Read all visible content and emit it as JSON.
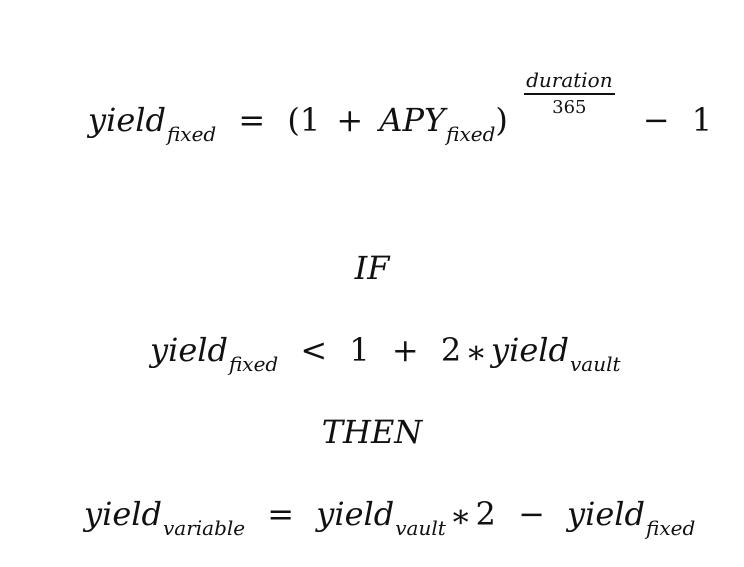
{
  "equations": {
    "fixed_yield": {
      "lhs_var": "yield",
      "lhs_sub": "fixed",
      "equals": "=",
      "open_paren": "(1",
      "plus": "+",
      "apy_var": "APY",
      "apy_sub": "fixed",
      "close_paren": ")",
      "exponent_numerator": "duration",
      "exponent_denominator": "365",
      "minus": "−",
      "one": "1"
    },
    "condition_keyword": "IF",
    "condition": {
      "lhs_var": "yield",
      "lhs_sub": "fixed",
      "less_than": "<",
      "one": "1",
      "plus": "+",
      "two": "2",
      "times": "∗",
      "rhs_var": "yield",
      "rhs_sub": "vault"
    },
    "then_keyword": "THEN",
    "variable_yield": {
      "lhs_var": "yield",
      "lhs_sub": "variable",
      "equals": "=",
      "vault_var": "yield",
      "vault_sub": "vault",
      "times": "∗",
      "two": "2",
      "minus": "−",
      "fixed_var": "yield",
      "fixed_sub": "fixed"
    }
  }
}
